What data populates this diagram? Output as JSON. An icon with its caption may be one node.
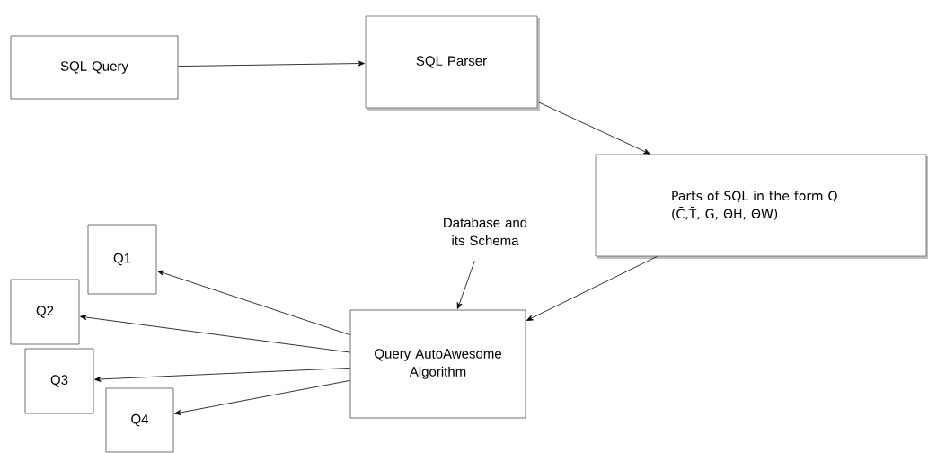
{
  "diagram": {
    "nodes": [
      {
        "text": [
          "SQL Query"
        ]
      },
      {
        "text": [
          "SQL Parser"
        ]
      },
      {
        "text": [
          "Parts of SQL in the form Q (C̄,T̄, G, ΘH, ΘW)"
        ]
      },
      {
        "text": [
          "Database and its Schema"
        ]
      },
      {
        "text": [
          "Query AutoAwesome Algorithm"
        ]
      },
      {
        "text": [
          "Q1"
        ]
      },
      {
        "text": [
          "Q2"
        ]
      },
      {
        "text": [
          "Q3"
        ]
      },
      {
        "text": [
          "Q4"
        ]
      }
    ],
    "edges": [
      {
        "from": 0,
        "to": 1,
        "arrow": "to"
      },
      {
        "from": 1,
        "to": 2,
        "arrow": "to"
      },
      {
        "from": 2,
        "to": 4,
        "arrow": "to"
      },
      {
        "from": 3,
        "to": 4,
        "arrow": "to"
      },
      {
        "from": 4,
        "to": 5,
        "arrow": "to"
      },
      {
        "from": 4,
        "to": 6,
        "arrow": "to"
      },
      {
        "from": 4,
        "to": 7,
        "arrow": "to"
      },
      {
        "from": 4,
        "to": 8,
        "arrow": "to"
      }
    ]
  }
}
